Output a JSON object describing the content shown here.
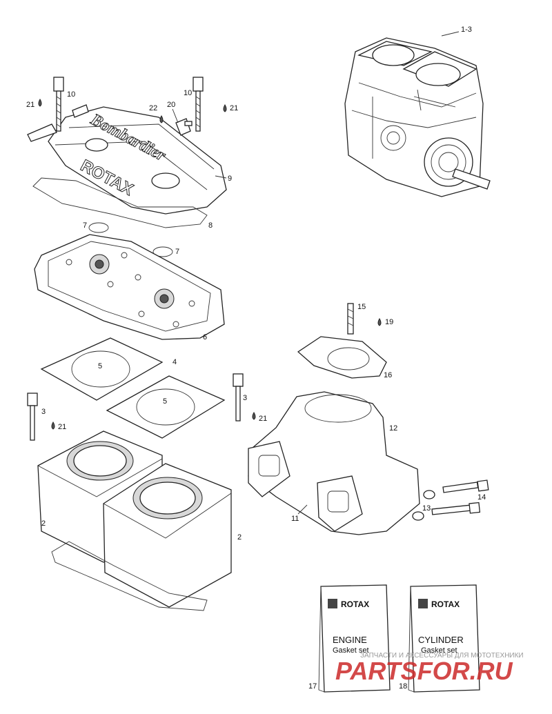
{
  "callouts": {
    "c1_3": "1-3",
    "c2a": "2",
    "c2b": "2",
    "c3a": "3",
    "c3b": "3",
    "c4": "4",
    "c5a": "5",
    "c5b": "5",
    "c6": "6",
    "c7a": "7",
    "c7b": "7",
    "c8": "8",
    "c9": "9",
    "c10a": "10",
    "c10b": "10",
    "c11": "11",
    "c12": "12",
    "c13": "13",
    "c14": "14",
    "c15": "15",
    "c16": "16",
    "c17": "17",
    "c18": "18",
    "c19": "19",
    "c20": "20",
    "c21a": "21",
    "c21b": "21",
    "c21c": "21",
    "c21d": "21",
    "c22": "22"
  },
  "head_cover_text": {
    "brand": "Bombardier",
    "engine": "ROTAX"
  },
  "gasket_books": {
    "engine": {
      "logo": "ROTAX",
      "title": "ENGINE",
      "subtitle": "Gasket set"
    },
    "cylinder": {
      "logo": "ROTAX",
      "title": "CYLINDER",
      "subtitle": "Gasket set"
    }
  },
  "watermark": {
    "tagline": "ЗАПЧАСТИ И АКСЕССУАРЫ ДЛЯ МОТОТЕХНИКИ",
    "site": "PARTSFOR.RU"
  },
  "colors": {
    "line": "#222222",
    "watermark": "#cc2a2a",
    "watermark_tag": "#999999"
  },
  "icons": {
    "sealant_drop": "drop-icon",
    "rotax_logo": "rotax-logo-icon"
  }
}
